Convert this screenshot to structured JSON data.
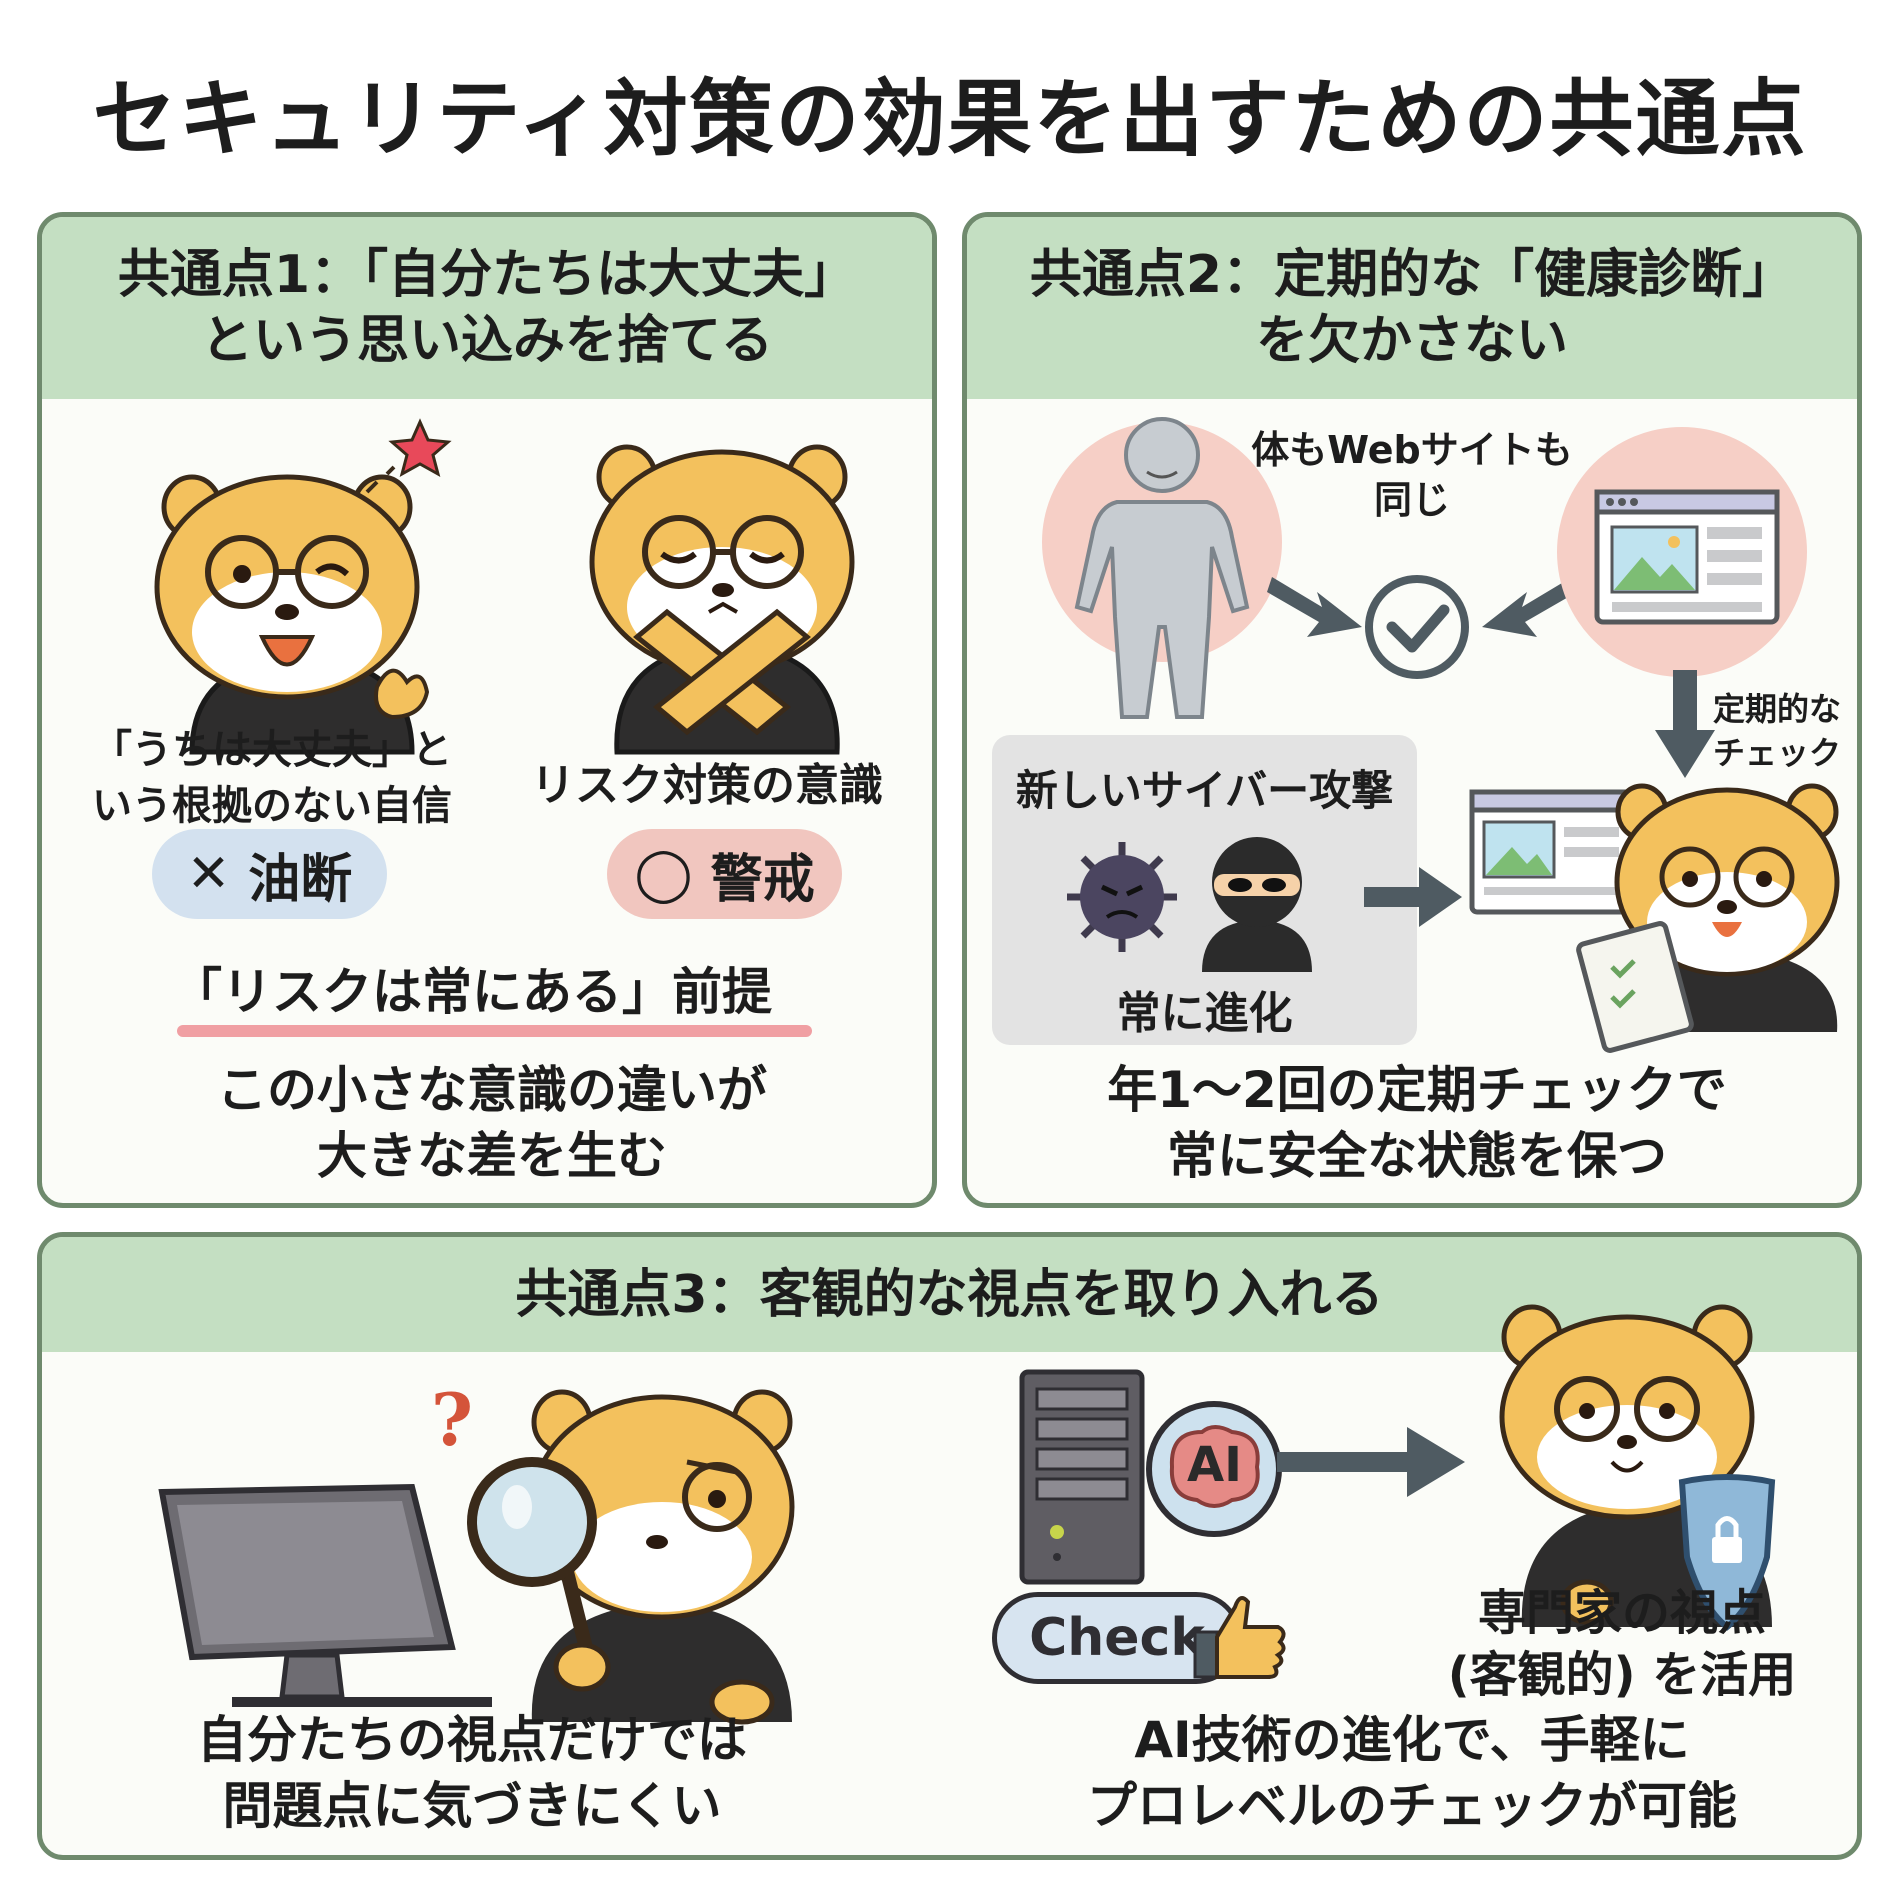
{
  "title": "セキュリティ対策の効果を出すための共通点",
  "panel1": {
    "heading_line1": "共通点1：「自分たちは大丈夫」",
    "heading_line2": "という思い込みを捨てる",
    "left_caption_line1": "「うちは大丈夫」と",
    "left_caption_line2": "いう根拠のない自信",
    "right_caption": "リスク対策の意識",
    "bad_symbol": "✕",
    "bad_label": "油断",
    "good_symbol": "◯",
    "good_label": "警戒",
    "premise": "「リスクは常にある」前提",
    "footer_line1": "この小さな意識の違いが",
    "footer_line2": "大きな差を生む",
    "colors": {
      "bad_pill": "#d3e1ef",
      "good_pill": "#f1c6bf",
      "underline": "#f09fa3"
    }
  },
  "panel2": {
    "heading_line1": "共通点2：定期的な「健康診断」",
    "heading_line2": "を欠かさない",
    "same_label_line1": "体もWebサイトも",
    "same_label_line2": "同じ",
    "periodic_label_line1": "定期的な",
    "periodic_label_line2": "チェック",
    "threat_title": "新しいサイバー攻撃",
    "threat_caption": "常に進化",
    "footer_line1": "年1〜2回の定期チェックで",
    "footer_line2": "常に安全な状態を保つ",
    "icons": [
      "person-icon",
      "check-circle-icon",
      "browser-window-icon",
      "virus-icon",
      "hacker-icon",
      "clipboard-icon"
    ]
  },
  "panel3": {
    "heading": "共通点3：客観的な視点を取り入れる",
    "question_mark": "?",
    "ai_label": "AI",
    "check_label": "Check",
    "expert_line1": "専門家の視点",
    "expert_line2": "(客観的) を活用",
    "left_footer_line1": "自分たちの視点だけでは",
    "left_footer_line2": "問題点に気づきにくい",
    "right_footer_line1": "AI技術の進化で、手軽に",
    "right_footer_line2": "プロレベルのチェックが可能",
    "icons": [
      "monitor-icon",
      "magnifier-icon",
      "server-icon",
      "brain-icon",
      "thumbs-up-icon",
      "shield-lock-icon"
    ]
  },
  "colors": {
    "border": "#6f8a6d",
    "header": "#c4dfc2",
    "mascot": "#f3c15d",
    "hoodie": "#2e2d2d",
    "arrow": "#4f5b62"
  }
}
